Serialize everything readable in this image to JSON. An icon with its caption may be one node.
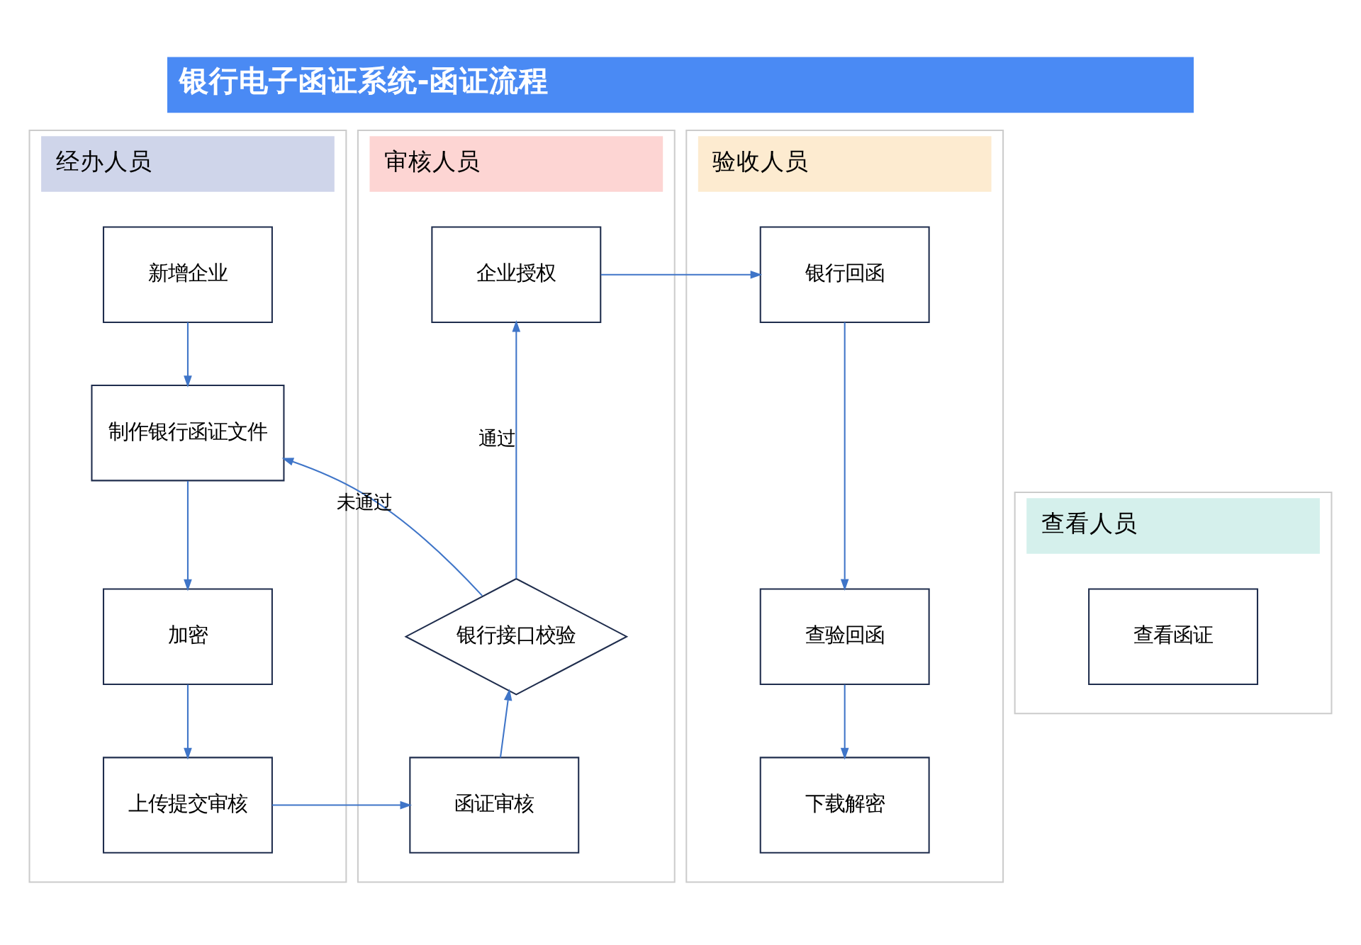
{
  "diagram": {
    "title": "银行电子函证系统-函证流程",
    "nodes": [
      {
        "text": [
          "经办人员"
        ]
      },
      {
        "text": [
          "新增企业"
        ],
        "in": 0
      },
      {
        "text": [
          "制作银行函证文件"
        ],
        "in": 0
      },
      {
        "text": [
          "加密"
        ],
        "in": 0
      },
      {
        "text": [
          "上传提交审核"
        ],
        "in": 0
      },
      {
        "text": [
          "审核人员"
        ]
      },
      {
        "text": [
          "企业授权"
        ],
        "in": 5
      },
      {
        "text": [
          "银行接口校验"
        ],
        "in": 5
      },
      {
        "text": [
          "函证审核"
        ],
        "in": 5
      },
      {
        "text": [
          "验收人员"
        ]
      },
      {
        "text": [
          "银行回函"
        ],
        "in": 9
      },
      {
        "text": [
          "查验回函"
        ],
        "in": 9
      },
      {
        "text": [
          "下载解密"
        ],
        "in": 9
      },
      {
        "text": [
          "查看人员"
        ]
      },
      {
        "text": [
          "查看函证"
        ],
        "in": 13
      }
    ],
    "edges": [
      {
        "from": 1,
        "to": 2,
        "arrow": "to"
      },
      {
        "from": 2,
        "to": 3,
        "arrow": "to"
      },
      {
        "from": 3,
        "to": 4,
        "arrow": "to"
      },
      {
        "from": 4,
        "to": 8,
        "arrow": "to"
      },
      {
        "from": 8,
        "to": 7,
        "arrow": "to"
      },
      {
        "from": 7,
        "to": 6,
        "arrow": "to",
        "label": "通过"
      },
      {
        "from": 7,
        "to": 2,
        "arrow": "to",
        "label": "未通过"
      },
      {
        "from": 6,
        "to": 10,
        "arrow": "to"
      },
      {
        "from": 10,
        "to": 11,
        "arrow": "to"
      },
      {
        "from": 11,
        "to": 12,
        "arrow": "to"
      }
    ]
  }
}
